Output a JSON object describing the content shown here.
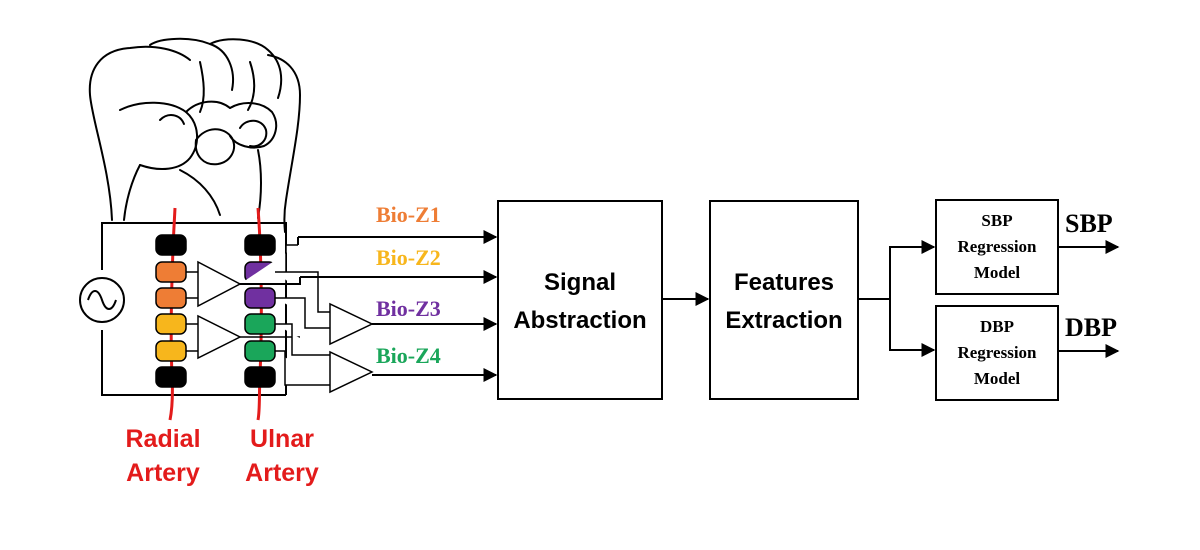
{
  "colors": {
    "artery": "#e31b1b",
    "orange": "#ee7d35",
    "yellow": "#f7b61c",
    "purple": "#7030a0",
    "green": "#1aa65a",
    "black": "#000000"
  },
  "signals": [
    {
      "label": "Bio-Z1",
      "color": "#ee7d35"
    },
    {
      "label": "Bio-Z2",
      "color": "#f7b61c"
    },
    {
      "label": "Bio-Z3",
      "color": "#7030a0"
    },
    {
      "label": "Bio-Z4",
      "color": "#1aa65a"
    }
  ],
  "blocks": {
    "signal_abstraction": {
      "line1": "Signal",
      "line2": "Abstraction"
    },
    "features_extraction": {
      "line1": "Features",
      "line2": "Extraction"
    },
    "sbp_model": {
      "line1": "SBP",
      "line2": "Regression",
      "line3": "Model"
    },
    "dbp_model": {
      "line1": "DBP",
      "line2": "Regression",
      "line3": "Model"
    }
  },
  "outputs": {
    "sbp": "SBP",
    "dbp": "DBP"
  },
  "arteries": {
    "radial": {
      "line1": "Radial",
      "line2": "Artery"
    },
    "ulnar": {
      "line1": "Ulnar",
      "line2": "Artery"
    }
  },
  "icons": {
    "source": "ac-source-icon",
    "amplifier": "amplifier-icon",
    "hand": "fist-icon"
  }
}
